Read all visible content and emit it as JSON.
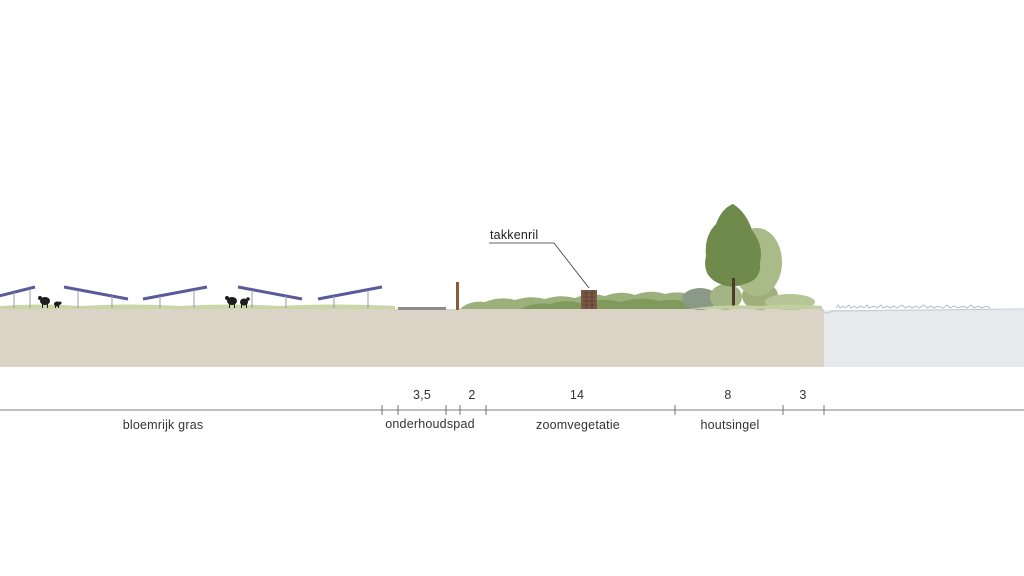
{
  "callout": {
    "label": "takkenril"
  },
  "dimensions": {
    "values": [
      "3,5",
      "2",
      "14",
      "8",
      "3"
    ]
  },
  "zones": {
    "labels": [
      "bloemrijk gras",
      "onderhoudspad",
      "zoomvegetatie",
      "houtsingel"
    ]
  },
  "colors": {
    "ground": "#dcd3c7",
    "water": "#e8e9ed",
    "grass": "#c9d6a6",
    "vegetation": "#8fa36a",
    "tree_dark": "#6f8a4b",
    "tree_light": "#a9bb88",
    "solar_panel": "#5a5a9a",
    "sheep": "#1e1e1e",
    "dimension_line": "#555555"
  }
}
